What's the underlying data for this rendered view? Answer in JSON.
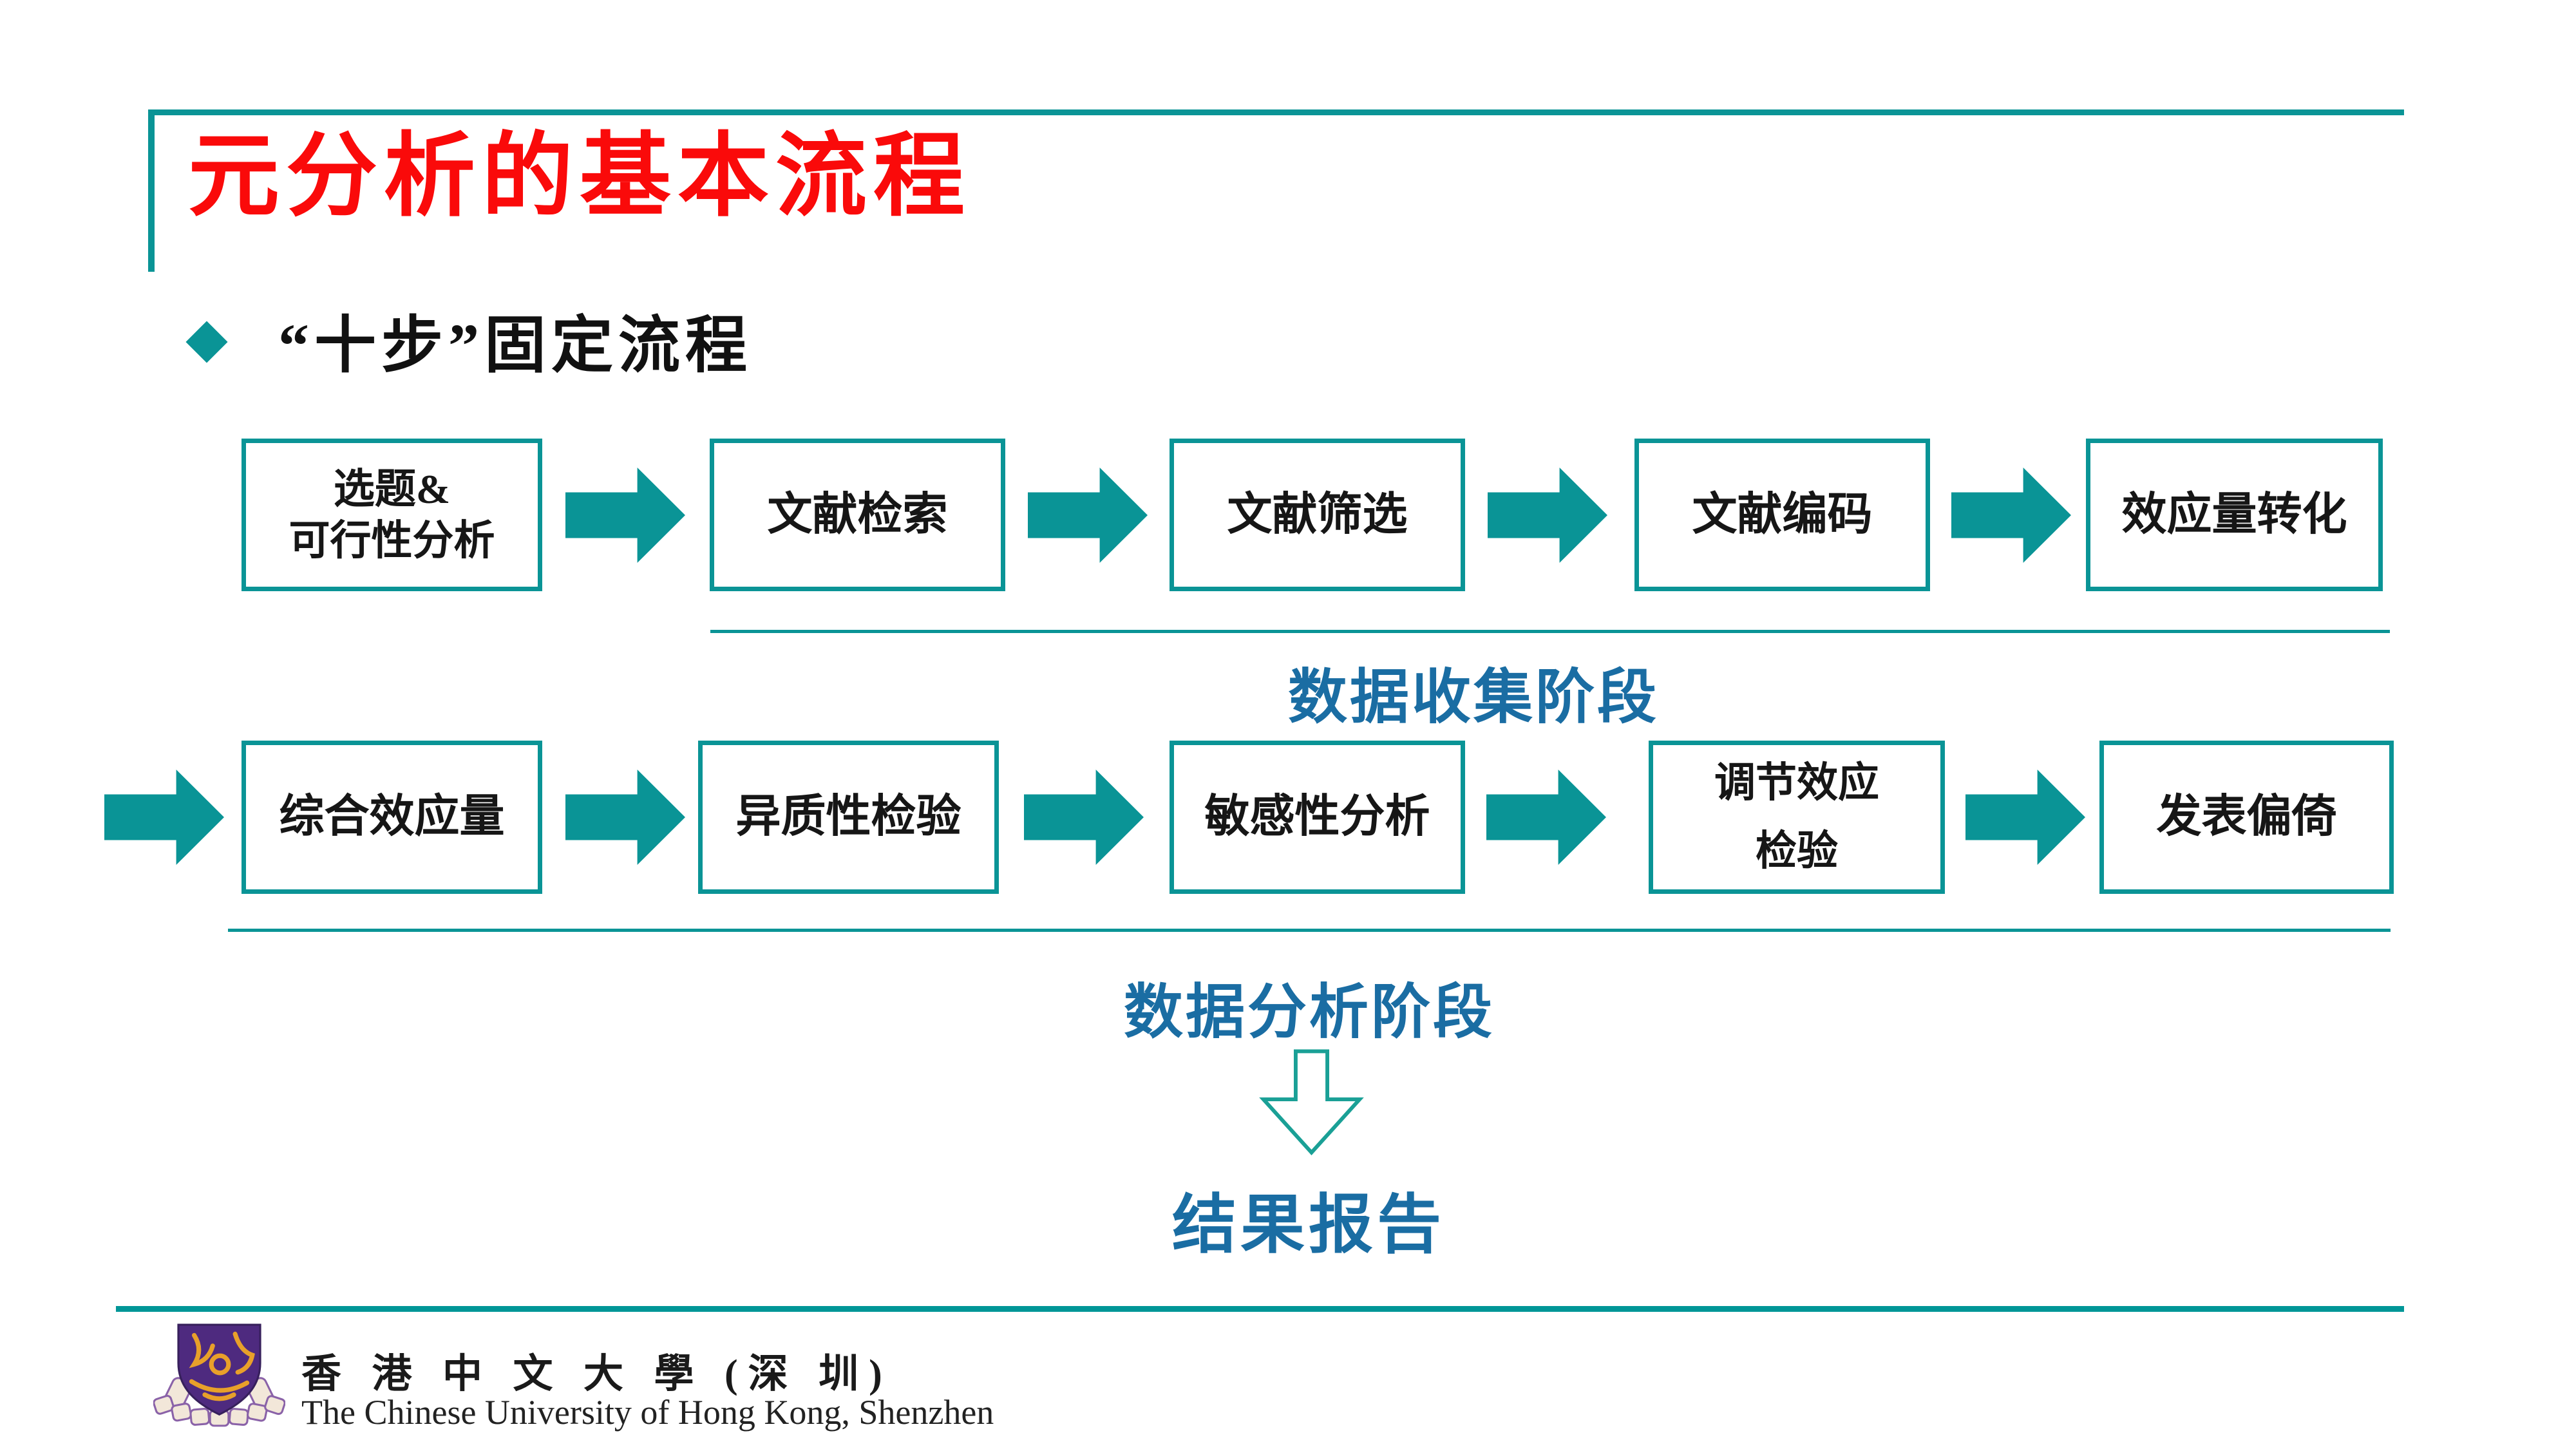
{
  "colors": {
    "teal": "#0a9496",
    "blue": "#1a6da3",
    "red": "#fa0a0a",
    "shield_purple": "#4e2a7f",
    "shield_gold": "#e8a02a"
  },
  "header": {
    "title": "元分析的基本流程",
    "bullet": "“十步”固定流程"
  },
  "flow": {
    "row1": {
      "boxes": [
        {
          "lines": [
            "选题&",
            "可行性分析"
          ]
        },
        {
          "lines": [
            "文献检索"
          ]
        },
        {
          "lines": [
            "文献筛选"
          ]
        },
        {
          "lines": [
            "文献编码"
          ]
        },
        {
          "lines": [
            "效应量转化"
          ]
        }
      ],
      "stage_label": "数据收集阶段"
    },
    "row2": {
      "boxes": [
        {
          "lines": [
            "综合效应量"
          ]
        },
        {
          "lines": [
            "异质性检验"
          ]
        },
        {
          "lines": [
            "敏感性分析"
          ]
        },
        {
          "lines": [
            "调节效应",
            "检验"
          ]
        },
        {
          "lines": [
            "发表偏倚"
          ]
        }
      ],
      "stage_label": "数据分析阶段"
    },
    "result_label": "结果报告"
  },
  "footer": {
    "university_cn": "香 港 中 文 大 學 (深 圳)",
    "university_en": "The Chinese University of Hong Kong, Shenzhen"
  }
}
